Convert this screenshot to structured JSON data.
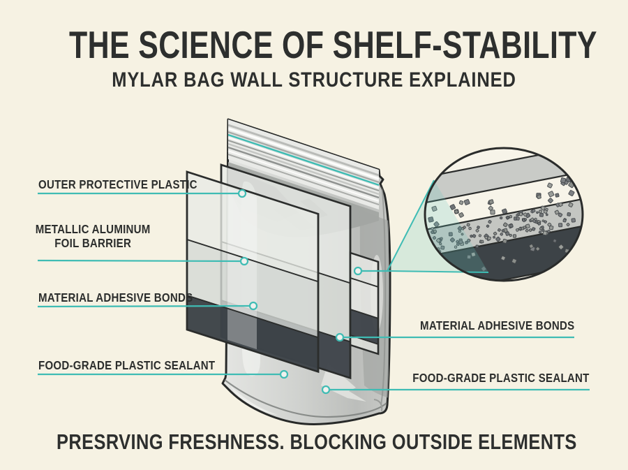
{
  "header": {
    "title": "THE SCIENCE OF SHELF-STABILITY",
    "subtitle": "MYLAR BAG WALL STRUCTURE EXPLAINED"
  },
  "diagram": {
    "left_labels": [
      {
        "id": "outer-protective-plastic",
        "text": "OUTER PROTECTIVE PLASTIC"
      },
      {
        "id": "metallic-aluminum-foil-barrier",
        "text": "METALLIC ALUMINUM\nFOIL BARRIER"
      },
      {
        "id": "material-adhesive-bonds",
        "text": "MATERIAL ADHESIVE BONDS"
      },
      {
        "id": "food-grade-plastic-sealant",
        "text": "FOOD-GRADE PLASTIC SEALANT"
      }
    ],
    "right_labels": [
      {
        "id": "material-adhesive-bonds-right",
        "text": "MATERIAL ADHESIVE BONDS"
      },
      {
        "id": "food-grade-plastic-sealant-right",
        "text": "FOOD-GRADE PLASTIC SEALANT"
      }
    ]
  },
  "footer": {
    "tagline": "PRESRVING FRESHNESS. BLOCKING OUTSIDE ELEMENTS"
  },
  "colors": {
    "background": "#f6f2e3",
    "ink": "#2d2f2e",
    "accent_teal": "#3fbcb4",
    "layer_dark": "#3d4347",
    "layer_light": "#d7d9d5",
    "bag_gray": "#cfd1ce"
  }
}
